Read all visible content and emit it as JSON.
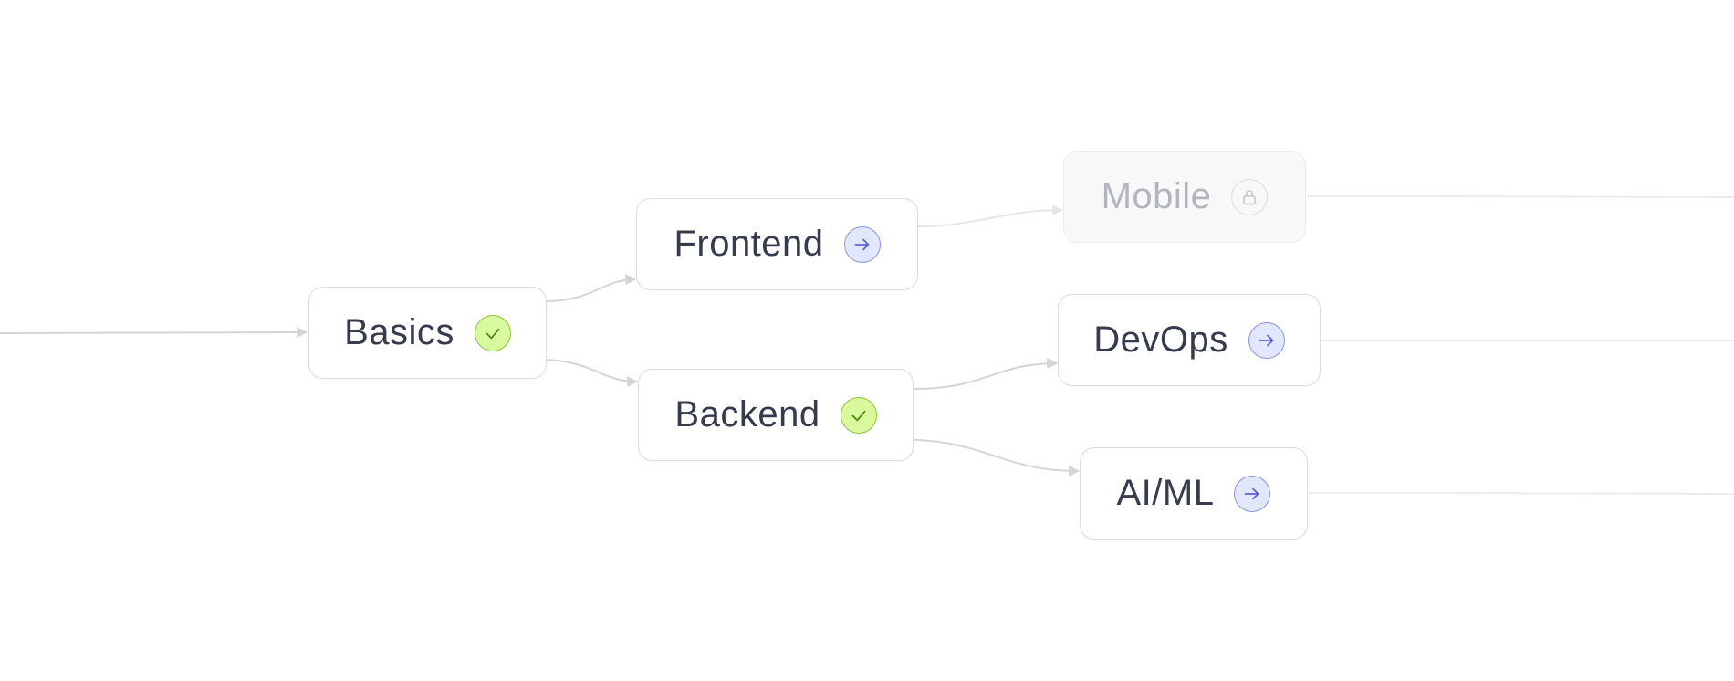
{
  "nodes": {
    "basics": {
      "label": "Basics",
      "status": "done",
      "icon": "check-icon"
    },
    "frontend": {
      "label": "Frontend",
      "status": "next",
      "icon": "arrow-right-icon"
    },
    "backend": {
      "label": "Backend",
      "status": "done",
      "icon": "check-icon"
    },
    "mobile": {
      "label": "Mobile",
      "status": "locked",
      "icon": "lock-icon"
    },
    "devops": {
      "label": "DevOps",
      "status": "next",
      "icon": "arrow-right-icon"
    },
    "aiml": {
      "label": "AI/ML",
      "status": "next",
      "icon": "arrow-right-icon"
    }
  },
  "edges": [
    {
      "from": "input",
      "to": "basics"
    },
    {
      "from": "basics",
      "to": "frontend"
    },
    {
      "from": "basics",
      "to": "backend"
    },
    {
      "from": "frontend",
      "to": "mobile"
    },
    {
      "from": "backend",
      "to": "devops"
    },
    {
      "from": "backend",
      "to": "aiml"
    },
    {
      "from": "mobile",
      "to": "output"
    },
    {
      "from": "devops",
      "to": "output"
    },
    {
      "from": "aiml",
      "to": "output"
    }
  ],
  "colors": {
    "edge": "#d4d5d9",
    "edge_faint": "#ececee",
    "done_fill": "#d9f99d",
    "done_stroke": "#8cc63f",
    "next_fill": "#e0e7ff",
    "next_stroke": "#8b93e6",
    "text": "#363b4e",
    "locked_text": "#b3b5bc"
  }
}
